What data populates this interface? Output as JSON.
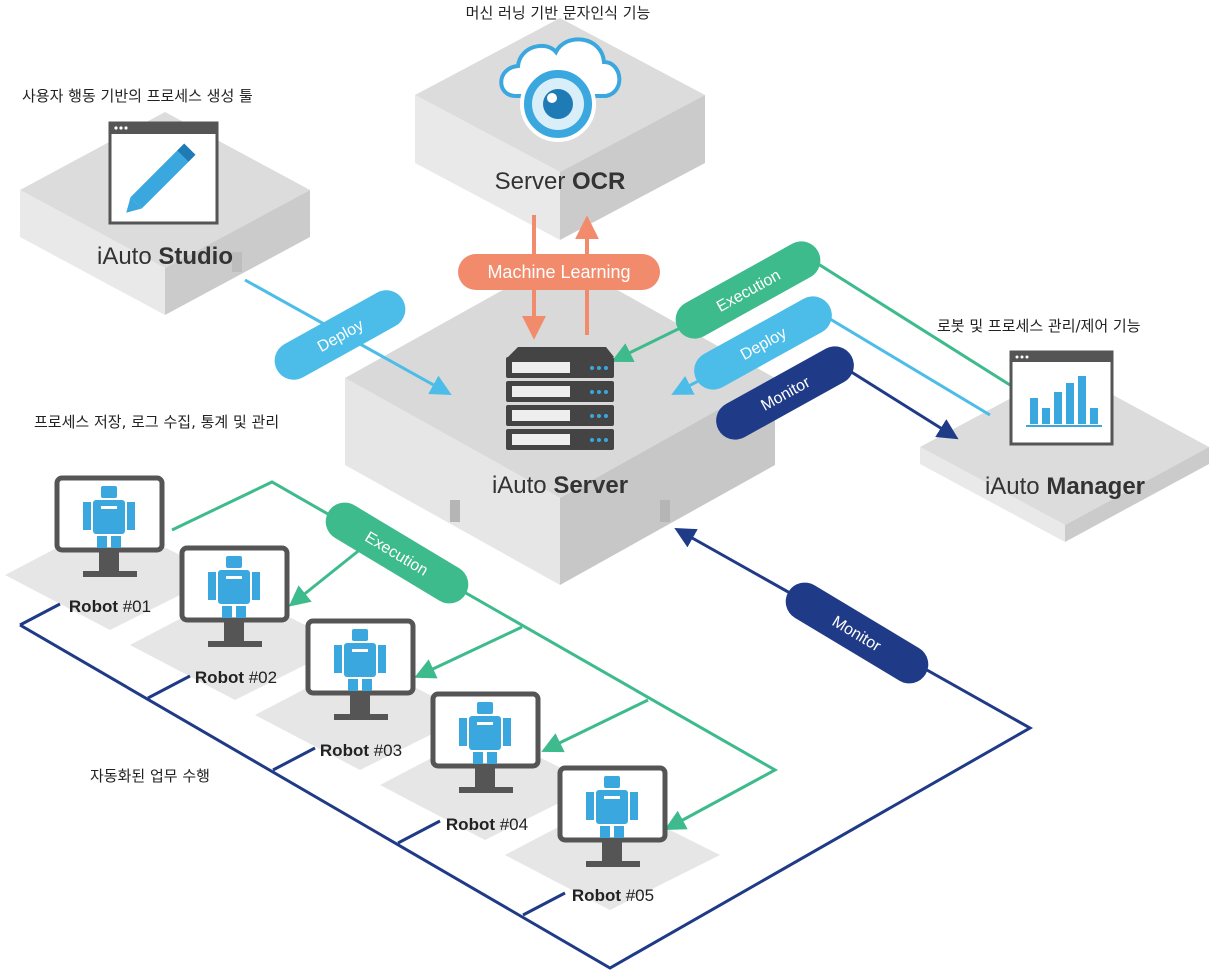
{
  "captions": {
    "ocr": "머신 러닝 기반 문자인식 기능",
    "studio": "사용자 행동 기반의 프로세스 생성 툴",
    "server": "프로세스 저장, 로그 수집, 통계 및 관리",
    "manager": "로봇 및 프로세스 관리/제어 기능",
    "robots": "자동화된 업무 수행"
  },
  "nodes": {
    "ocr": {
      "prefix": "Server ",
      "name": "OCR"
    },
    "studio": {
      "prefix": "iAuto ",
      "name": "Studio"
    },
    "server": {
      "prefix": "iAuto ",
      "name": "Server"
    },
    "manager": {
      "prefix": "iAuto ",
      "name": "Manager"
    }
  },
  "robots": [
    {
      "name": "Robot",
      "num": " #01"
    },
    {
      "name": "Robot",
      "num": " #02"
    },
    {
      "name": "Robot",
      "num": " #03"
    },
    {
      "name": "Robot",
      "num": " #04"
    },
    {
      "name": "Robot",
      "num": " #05"
    }
  ],
  "flows": {
    "machine_learning": "Machine Learning",
    "deploy_studio": "Deploy",
    "execution_manager": "Execution",
    "deploy_manager": "Deploy",
    "monitor_manager": "Monitor",
    "execution_robots": "Execution",
    "monitor_robots": "Monitor"
  },
  "colors": {
    "execution": "#3dbb8c",
    "deploy": "#4bbde8",
    "monitor": "#1f3a86",
    "machine_learning": "#f28b6b",
    "icon_blue": "#3aa7de"
  }
}
